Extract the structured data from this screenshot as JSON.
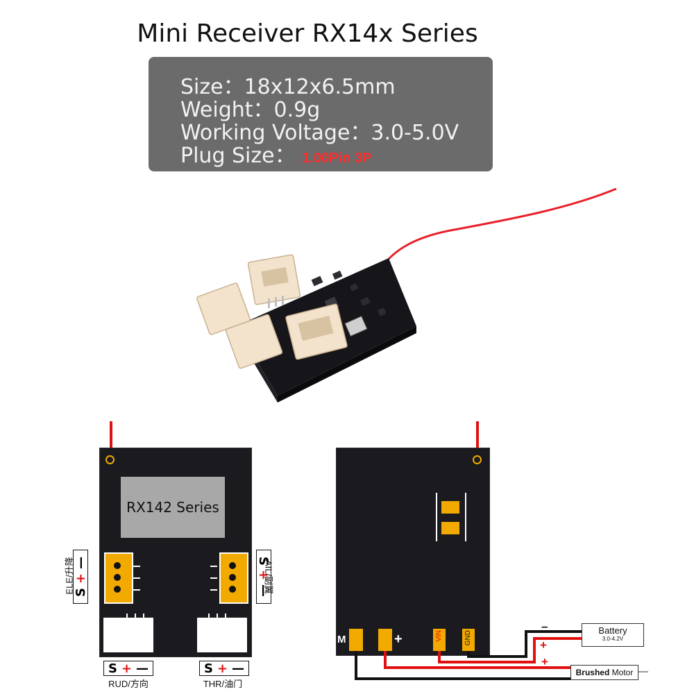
{
  "title": "Mini Receiver RX14x Series",
  "specs": {
    "size": "Size：18x12x6.5mm",
    "weight": "Weight：0.9g",
    "voltage": "Working Voltage：3.0-5.0V",
    "plug_label": "Plug Size：",
    "plug_value": "1.00Pin 3P"
  },
  "left_board": {
    "label": "RX142 Series",
    "ports": {
      "ele": "ELE/升降",
      "ail": "AIL/副翼",
      "rud": "RUD/方向",
      "thr": "THR/油门"
    },
    "pin_s": "S",
    "pin_plus": "+",
    "pin_minus": "—"
  },
  "right_board": {
    "pads": {
      "m": "M",
      "plus": "+",
      "vin": "VIN",
      "gnd": "GND"
    },
    "battery": {
      "name": "Battery",
      "range": "3.0-4.2V"
    },
    "motor": {
      "bold": "Brushed",
      "rest": "Motor"
    },
    "wire_minus": "–",
    "wire_plus": "+"
  },
  "colors": {
    "pad": "#f2aa00",
    "wire_red": "#e01010",
    "board": "#1a1a1f",
    "spec_box": "#6b6b6b"
  }
}
